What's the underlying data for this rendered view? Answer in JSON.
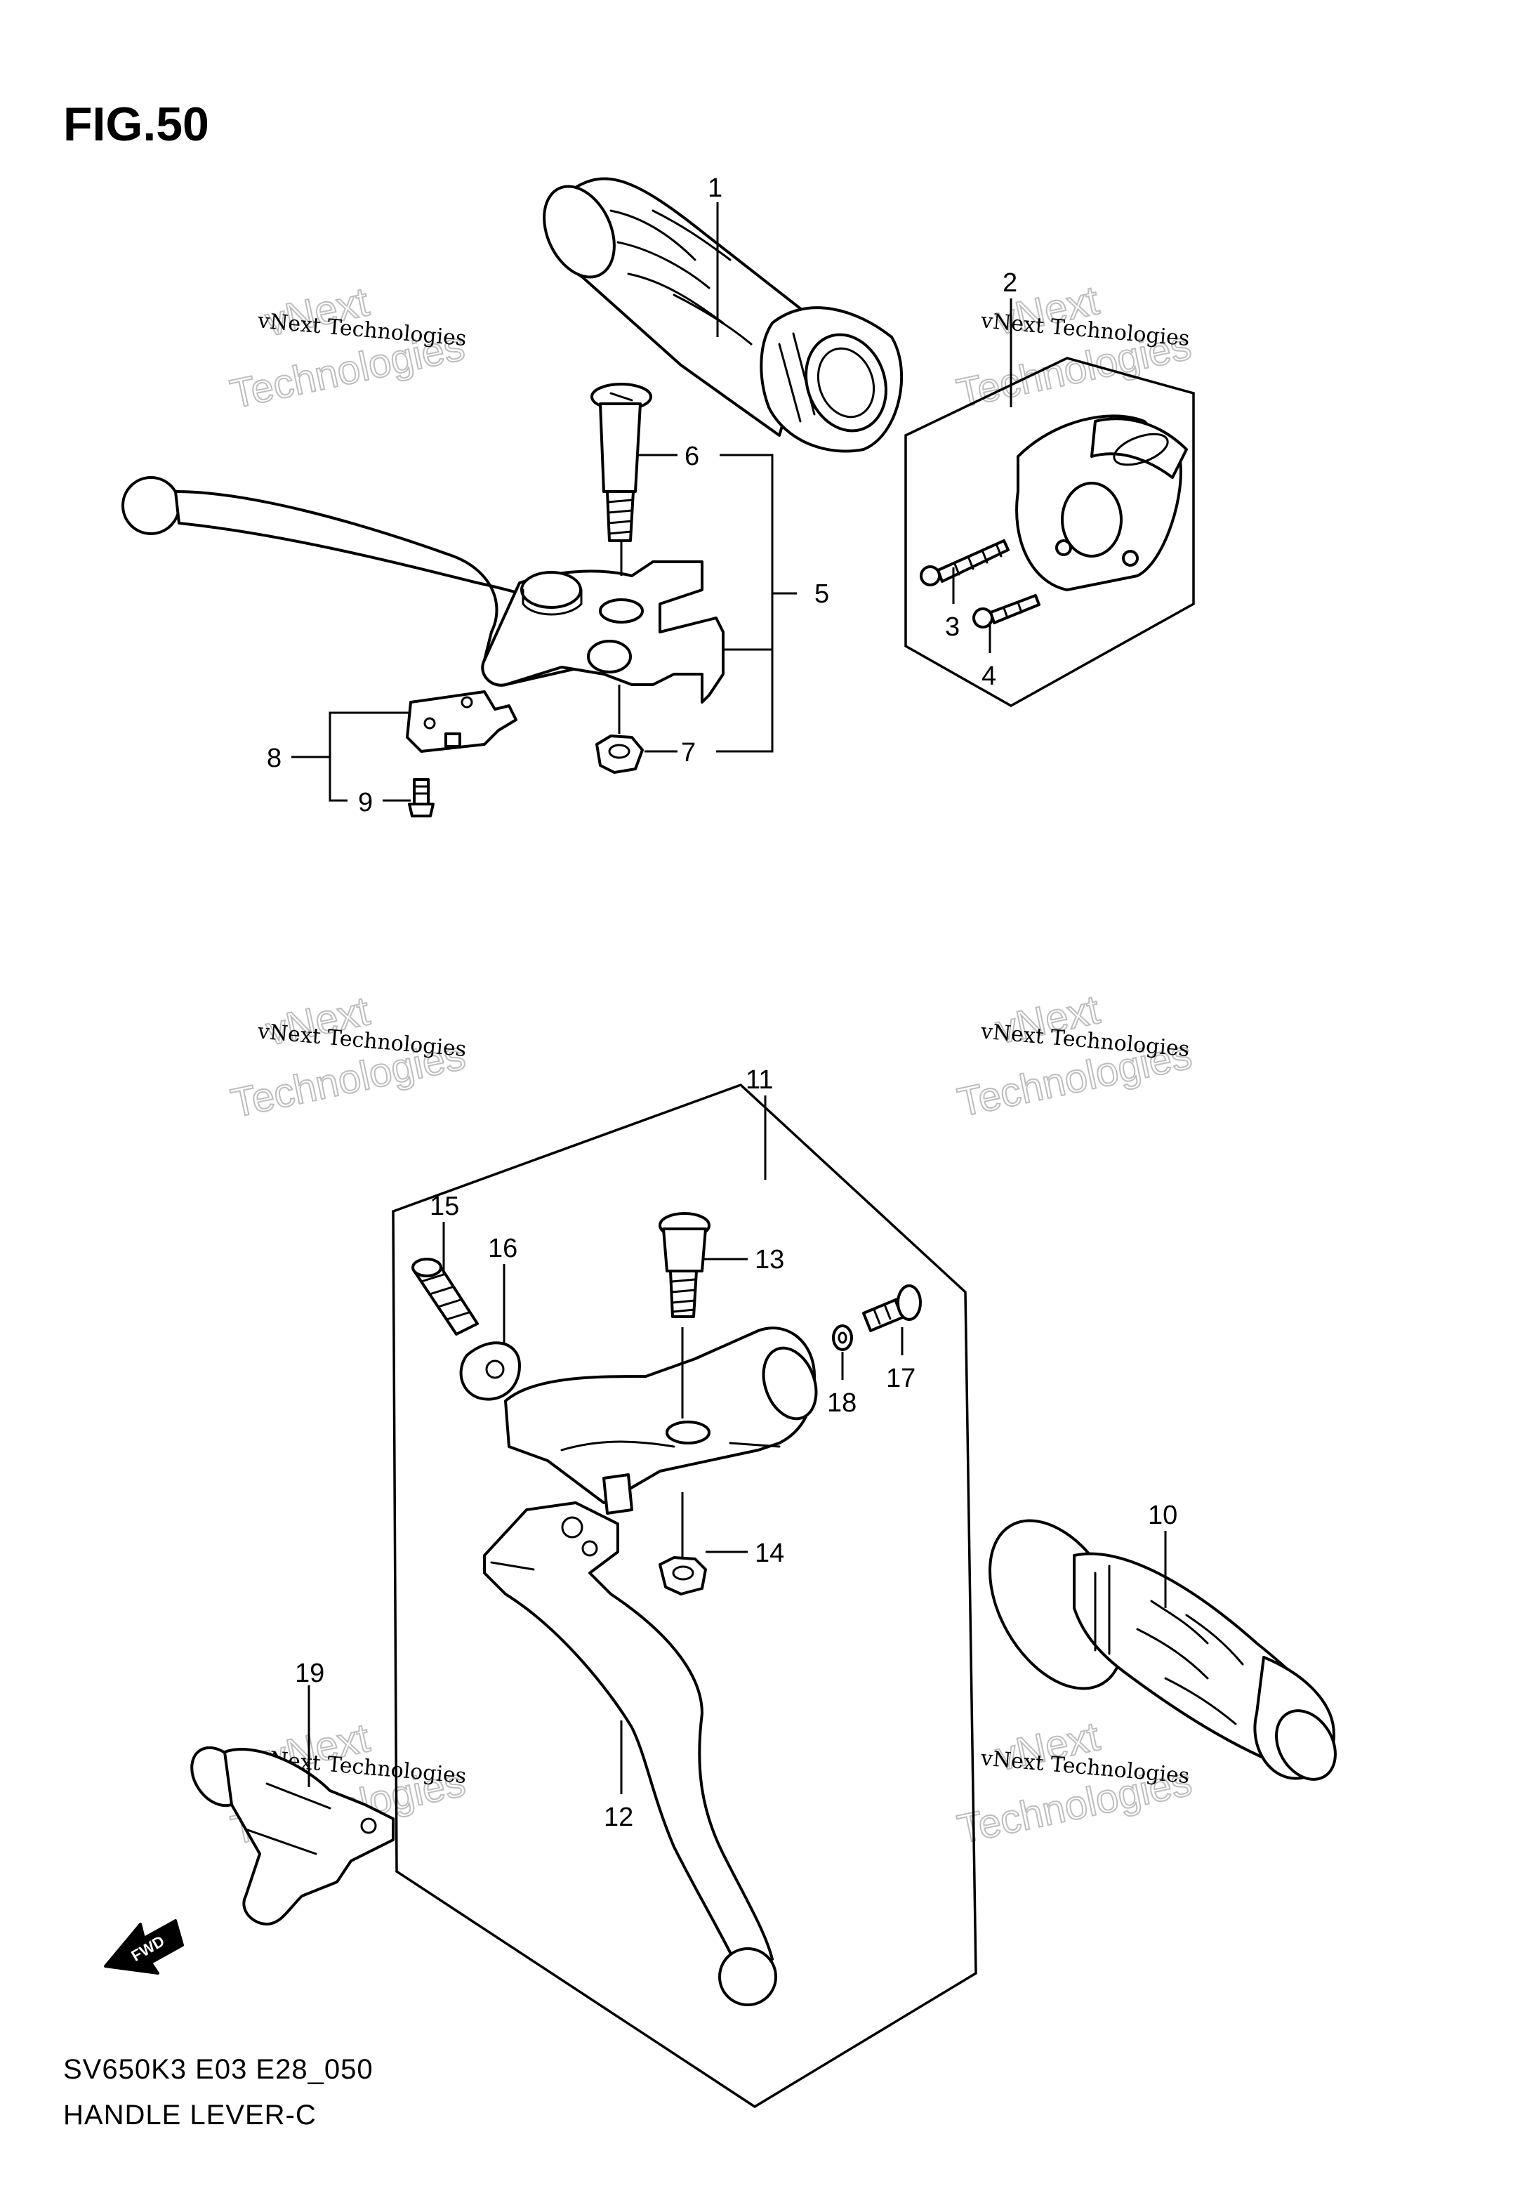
{
  "figure": {
    "title": "FIG.50",
    "model_code": "SV650K3 E03 E28_050",
    "subtitle": "HANDLE LEVER-C"
  },
  "watermark": {
    "line1": "vNext Technologies",
    "big_top": "vNext",
    "big_bottom": "Technologies"
  },
  "direction_marker": "FWD",
  "callouts": [
    "1",
    "2",
    "3",
    "4",
    "5",
    "6",
    "7",
    "8",
    "9",
    "10",
    "11",
    "12",
    "13",
    "14",
    "15",
    "16",
    "17",
    "18",
    "19"
  ]
}
